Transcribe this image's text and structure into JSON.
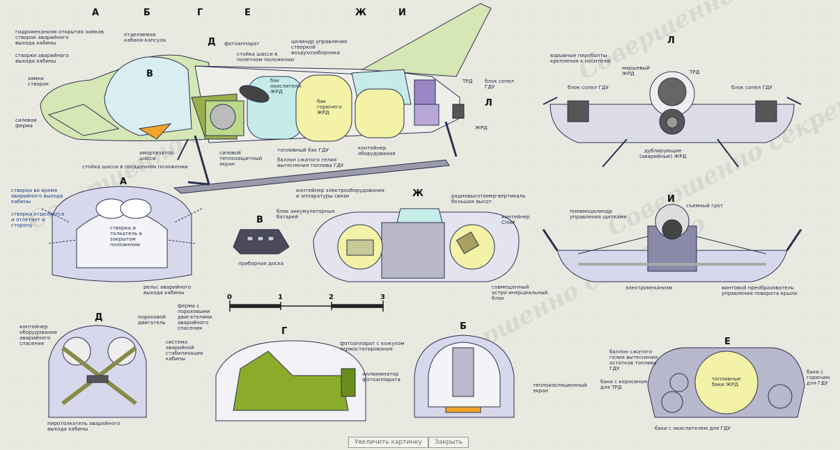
{
  "watermark": "Совершенно секретно",
  "section_letters": {
    "A": "А",
    "B": "Б",
    "G": "Г",
    "D": "Д",
    "E": "Е",
    "ZH": "Ж",
    "I": "И",
    "L": "Л",
    "V": "В"
  },
  "main_view_labels": {
    "hydraulics": [
      "гидромеханизм открытия замков",
      "створок аварийного",
      "выхода кабины"
    ],
    "doors": [
      "створки аварийного",
      "выхода кабины"
    ],
    "locks": [
      "замки",
      "створок"
    ],
    "truss": [
      "силовая",
      "ферма"
    ],
    "capsule": [
      "отделяемая",
      "кабина-капсула"
    ],
    "camera": "фотоаппарат",
    "gear_flight": [
      "стойка шасси в",
      "полетном положении"
    ],
    "cylinder": [
      "цилиндр управления",
      "створкой",
      "воздухозаборника"
    ],
    "oxidizer": [
      "бак",
      "окислителя",
      "ЖРД"
    ],
    "fuel": [
      "бак",
      "горючего",
      "ЖРД"
    ],
    "trd": "ТРД",
    "nozzle_block": [
      "блок сопел",
      "ГДУ"
    ],
    "zhrd": "ЖРД",
    "shock": [
      "амортизатор",
      "шасси"
    ],
    "gear_landing": "стойка шасси в посадочном положении",
    "heat_screen": [
      "силовой",
      "теплозащитный",
      "экран"
    ],
    "fuel_tank_gdu": "топливный бак ГДУ",
    "helium": [
      "баллон сжатого гелия",
      "вытеснения топлива ГДУ"
    ],
    "equipment": [
      "контейнер",
      "оборудования"
    ]
  },
  "view_l_labels": {
    "bolts": [
      "взрывные пиробопты",
      "крепления к носителю"
    ],
    "cruise": [
      "маршевый",
      "ЖРД"
    ],
    "trd": "ТРД",
    "nozzle_l": "блок сопел ГДУ",
    "nozzle_r": "блок сопел ГДУ",
    "backup": [
      "дублирующие",
      "(аварийные) ЖРД"
    ]
  },
  "view_a_labels": {
    "door_time": [
      "створка во время",
      "аварийного выхода",
      "кабины"
    ],
    "door_sep": [
      "створка отделяется",
      "и отлетает в",
      "сторону"
    ],
    "door_closed": [
      "створка и",
      "толкатель в",
      "закрытом",
      "положении"
    ],
    "rail": [
      "рельс аварийного",
      "выхода кабины"
    ]
  },
  "view_v_labels": {
    "panel": "приборная доска"
  },
  "view_zh_labels": {
    "electro": [
      "контейнер электрооборудования",
      "и аппаратуры связи"
    ],
    "battery": [
      "блок аккумуляторных",
      "батарей"
    ],
    "radio": [
      "радиовысотомер-вертикаль",
      "больших высот"
    ],
    "snau": [
      "контейнер",
      "СНАУ"
    ],
    "astro": [
      "совмещенный",
      "астро-инерциальный",
      "блок"
    ]
  },
  "view_i_labels": {
    "fairing": "съемный грот",
    "pneumo": [
      "пневмоцилиндр",
      "управления щитками"
    ],
    "electromech": "электромеханизм",
    "screw": [
      "винтовой преобразователь",
      "управления поворота крыла"
    ]
  },
  "scale": {
    "ticks": [
      "0",
      "1",
      "2",
      "3"
    ]
  },
  "view_d_labels": {
    "container": [
      "контейнер",
      "оборудования",
      "аварийного",
      "спасения"
    ],
    "powder": [
      "пороховой",
      "двигатель"
    ],
    "truss": [
      "ферма с",
      "пороховыми",
      "двигателями",
      "аварийного",
      "спасения"
    ],
    "stab": [
      "система",
      "аварийной",
      "стабилизации",
      "кабины"
    ],
    "pyro": [
      "пиротолкатель аварийного",
      "выхода кабины"
    ]
  },
  "view_g_labels": {
    "camera": [
      "фотоаппарат с кожухом",
      "термостатирования"
    ],
    "illum": [
      "иллюминатор",
      "фотоаппарата"
    ]
  },
  "view_b_labels": {
    "insul": [
      "теплоизоляционный",
      "экран"
    ]
  },
  "view_e_labels": {
    "helium": [
      "баллон сжатого",
      "гелия вытеснения",
      "остатков топлива",
      "ГДУ"
    ],
    "kero": [
      "баки с керосином",
      "для ТРД"
    ],
    "tanks": [
      "топливные",
      "баки ЖРД"
    ],
    "fuel_gdu": [
      "баки с",
      "горючим",
      "для ГДУ"
    ],
    "ox_gdu": "баки с окислителем для ГДУ"
  },
  "bottom_bar": {
    "left": "Увеличить картинку",
    "right": "Закрыть"
  },
  "colors": {
    "hull_green": "#d6e6b4",
    "yellow": "#f3f2a6",
    "cyan": "#c5ece8",
    "purple": "#9a86c4",
    "olive": "#8aac2a",
    "hull_lav": "#d8d8ec",
    "outline": "#2a3050"
  }
}
